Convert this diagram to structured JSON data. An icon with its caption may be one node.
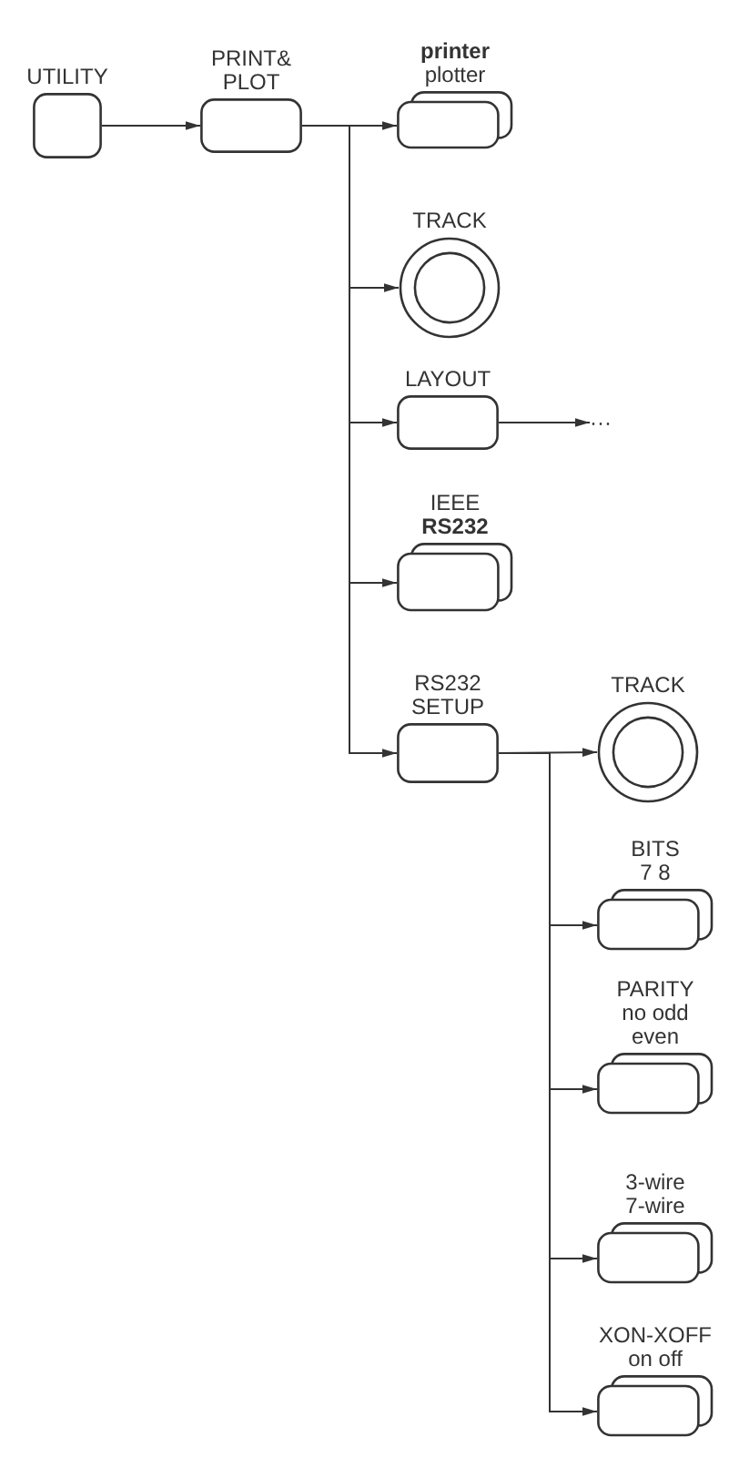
{
  "diagram": {
    "nodes": [
      {
        "text": [
          "UTILITY"
        ]
      },
      {
        "text": [
          "PRINT& PLOT"
        ]
      },
      {
        "text": [
          "**printer** plotter"
        ]
      },
      {
        "text": [
          "TRACK"
        ]
      },
      {
        "text": [
          "LAYOUT"
        ]
      },
      {
        "text": [
          "···"
        ]
      },
      {
        "text": [
          "IEEE **RS232**"
        ]
      },
      {
        "text": [
          "RS232 SETUP"
        ]
      },
      {
        "text": [
          "TRACK"
        ]
      },
      {
        "text": [
          "BITS 7 8"
        ]
      },
      {
        "text": [
          "PARITY no odd even"
        ]
      },
      {
        "text": [
          "3-wire 7-wire"
        ]
      },
      {
        "text": [
          "XON-XOFF on off"
        ]
      }
    ],
    "edges": [
      {
        "from": 0,
        "to": 1,
        "arrow": "to"
      },
      {
        "from": 1,
        "to": 2,
        "arrow": "to"
      },
      {
        "from": 1,
        "to": 3,
        "arrow": "to"
      },
      {
        "from": 1,
        "to": 4,
        "arrow": "to"
      },
      {
        "from": 4,
        "to": 5,
        "arrow": "to"
      },
      {
        "from": 1,
        "to": 6,
        "arrow": "to"
      },
      {
        "from": 1,
        "to": 7,
        "arrow": "to"
      },
      {
        "from": 7,
        "to": 8,
        "arrow": "to"
      },
      {
        "from": 7,
        "to": 9,
        "arrow": "to"
      },
      {
        "from": 7,
        "to": 10,
        "arrow": "to"
      },
      {
        "from": 7,
        "to": 11,
        "arrow": "to"
      },
      {
        "from": 7,
        "to": 12,
        "arrow": "to"
      }
    ]
  }
}
